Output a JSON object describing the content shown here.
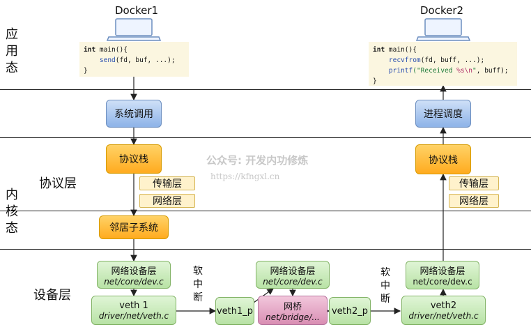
{
  "layers": {
    "app_label": "应\n用\n态",
    "kernel_label": "内\n核\n态",
    "protocol_label": "协议层",
    "device_label": "设备层"
  },
  "left": {
    "title": "Docker1",
    "code": {
      "line1_kw": "int",
      "line1_rest": " main(){",
      "line2_fn": "send",
      "line2_rest": "(fd, buf, ...);",
      "line3": "}"
    },
    "syscall": "系统调用",
    "stack": "协议栈",
    "transport": "传输层",
    "network": "网络层",
    "neighbor": "邻居子系统",
    "netdev": "网络设备层",
    "netdev_path": "net/core/dev.c",
    "veth": "veth 1",
    "veth_path": "driver/net/veth.c"
  },
  "middle": {
    "softirq1": "软\n中\n断",
    "veth1_p": "veth1_p",
    "netdev": "网络设备层",
    "netdev_path": "net/core/dev.c",
    "bridge": "网桥",
    "bridge_path": "net/bridge/...",
    "veth2_p": "veth2_p",
    "softirq2": "软\n中\n断"
  },
  "right": {
    "title": "Docker2",
    "code": {
      "line1_kw": "int",
      "line1_rest": " main(){",
      "line2_fn": "recvfrom",
      "line2_rest": "(fd, buff, ...);",
      "line3_fn": "printf",
      "line3_str1": "(\"Received ",
      "line3_fmt": "%s\\n",
      "line3_str2": "\"",
      "line3_rest": ", buff);",
      "line4": "}"
    },
    "scheduler": "进程调度",
    "stack": "协议栈",
    "transport": "传输层",
    "network": "网络层",
    "netdev": "网络设备层",
    "netdev_path": "net/core/dev.c",
    "veth": "veth2",
    "veth_path": "driver/net/veth.c"
  },
  "watermark": {
    "line1": "公众号: 开发内功修炼",
    "line2": "https://kfngxl.cn"
  },
  "icons": [
    "laptop-icon"
  ],
  "colors": {
    "blue_fill": "#8db3e8",
    "orange_fill": "#ffab1f",
    "yellow_fill": "#fff2cc",
    "green_fill": "#b8e2a5",
    "pink_fill": "#d98eb3"
  }
}
